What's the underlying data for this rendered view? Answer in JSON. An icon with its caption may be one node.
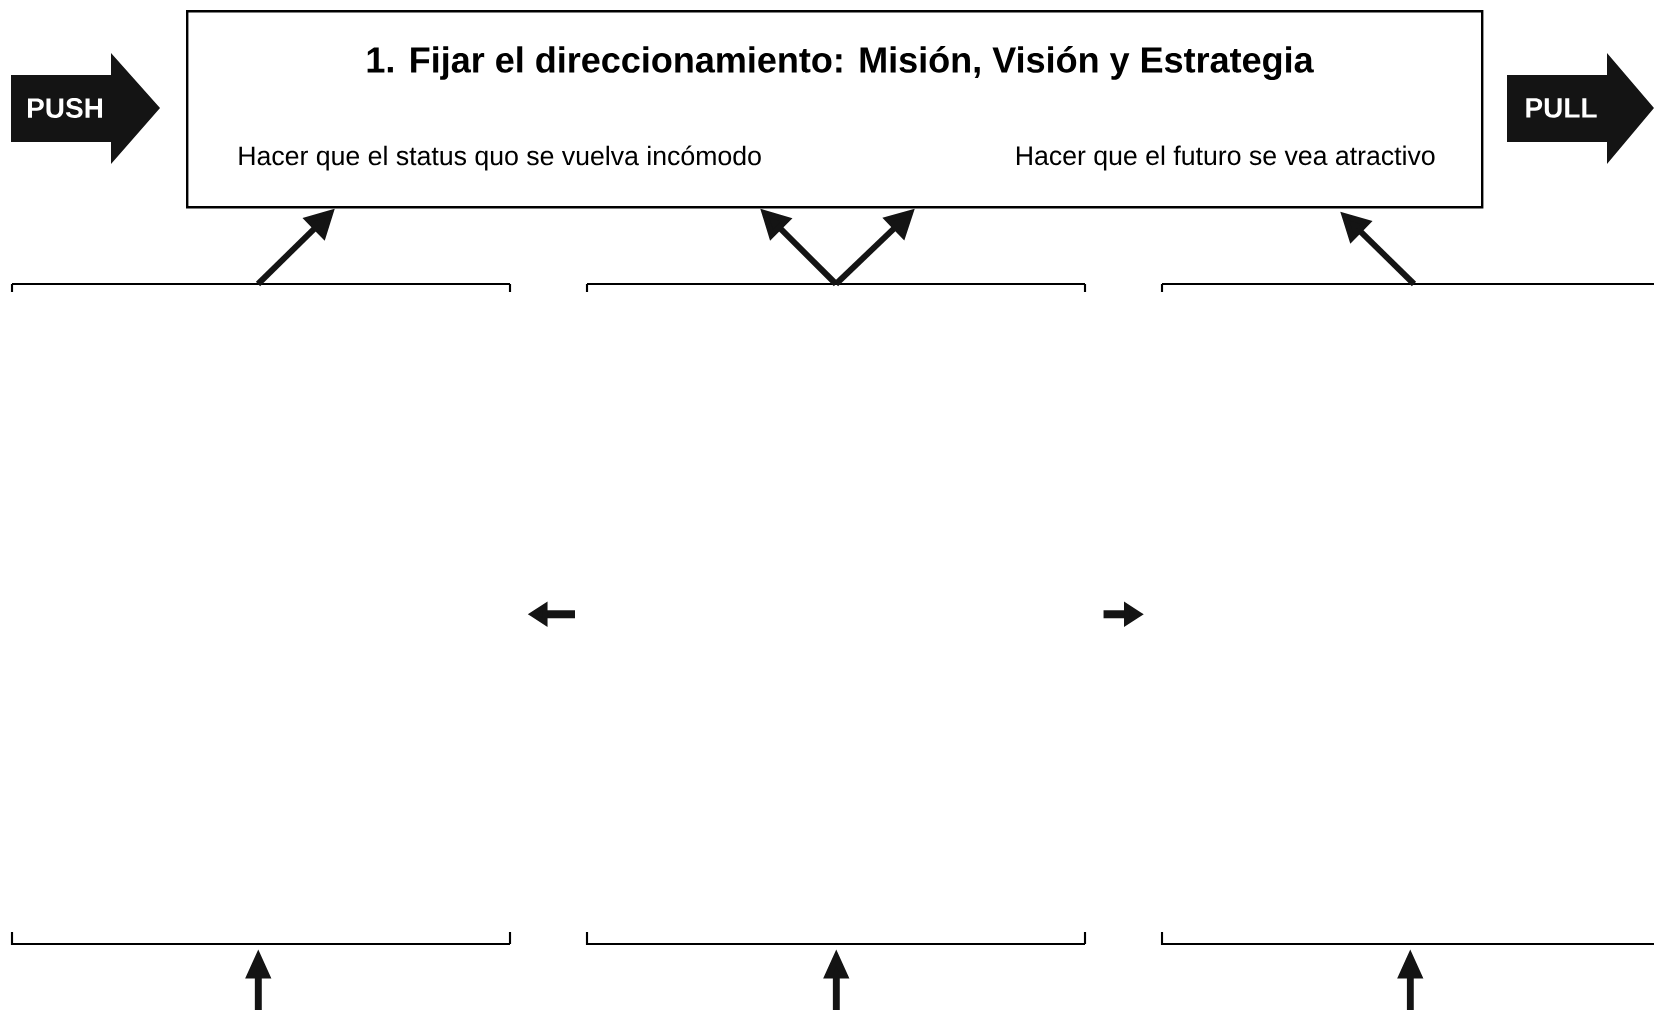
{
  "diagram": {
    "nodes": [
      {
        "text": [
          "PUSH"
        ]
      },
      {
        "text": [
          "1. Fijar el direccionamiento: Misión, Visión y Estrategia",
          "Hacer que el status quo se vuelva incómodo",
          "Hacer que el futuro se vea atractivo"
        ]
      },
      {
        "text": [
          "PULL"
        ]
      },
      {
        "text": [],
        "shape": "box"
      },
      {
        "text": [],
        "shape": "box"
      },
      {
        "text": [],
        "shape": "box"
      }
    ],
    "edges": [
      {
        "from": 3,
        "to": 1,
        "arrow": "to"
      },
      {
        "from": 4,
        "to": 1,
        "arrow": "to"
      },
      {
        "from": 4,
        "to": 1,
        "arrow": "to"
      },
      {
        "from": 5,
        "to": 1,
        "arrow": "to"
      },
      {
        "from": 4,
        "to": 3,
        "arrow": "to"
      },
      {
        "from": 4,
        "to": 5,
        "arrow": "to"
      },
      {
        "from": null,
        "to": 3,
        "arrow": "to"
      },
      {
        "from": null,
        "to": 4,
        "arrow": "to"
      },
      {
        "from": null,
        "to": 5,
        "arrow": "to"
      }
    ]
  }
}
